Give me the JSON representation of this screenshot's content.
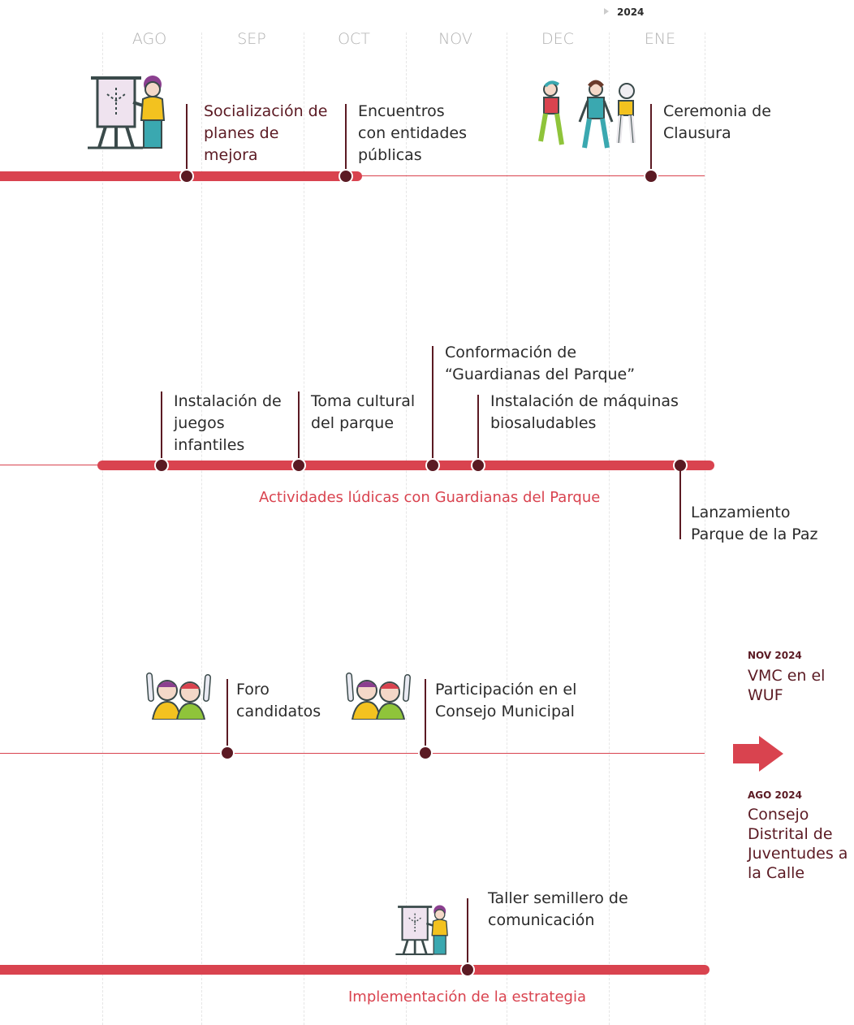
{
  "year_marker": "2024",
  "months": [
    "AGO",
    "SEP",
    "OCT",
    "NOV",
    "DEC",
    "ENE"
  ],
  "colors": {
    "accent": "#d9434f",
    "dark": "#5b1a23",
    "grid": "#e6e6e6",
    "month": "#b0b0b0"
  },
  "row1": {
    "events": {
      "socializacion": [
        "Socialización de",
        "planes de",
        "mejora"
      ],
      "encuentros": [
        "Encuentros",
        "con entidades",
        "públicas"
      ],
      "ceremonia": [
        "Ceremonia de",
        "Clausura"
      ]
    }
  },
  "row2": {
    "events": {
      "juegos": [
        "Instalación de",
        "juegos",
        "infantiles"
      ],
      "toma": [
        "Toma cultural",
        "del parque"
      ],
      "guardianas": [
        "Conformación de",
        "“Guardianas del Parque”"
      ],
      "maquinas": [
        "Instalación de máquinas",
        "biosaludables"
      ],
      "lanzamiento": [
        "Lanzamiento",
        "Parque de la Paz"
      ]
    },
    "band_label": "Actividades lúdicas con Guardianas del Parque"
  },
  "row3": {
    "events": {
      "foro": [
        "Foro",
        "candidatos"
      ],
      "participacion": [
        "Participación en el",
        "Consejo Municipal"
      ]
    }
  },
  "row4": {
    "events": {
      "taller": [
        "Taller semillero de",
        "comunicación"
      ]
    },
    "band_label": "Implementación de la estrategia"
  },
  "side": {
    "wuf": {
      "date": "NOV 2024",
      "text": [
        "VMC en el",
        "WUF"
      ]
    },
    "consejo": {
      "date": "AGO 2024",
      "text": [
        "Consejo",
        "Distrital de",
        "Juventudes a",
        "la Calle"
      ]
    }
  },
  "icons": [
    "presenter-icon",
    "youth-group-icon",
    "raising-hands-icon",
    "arrow-right-icon"
  ]
}
